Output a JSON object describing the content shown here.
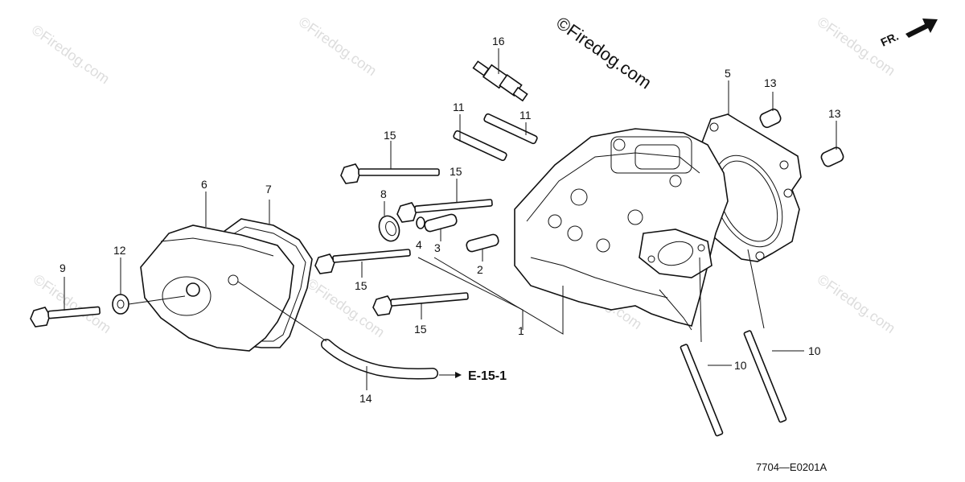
{
  "watermarks": {
    "main": "©Firedog.com",
    "faint": "©Firedog.com"
  },
  "direction": {
    "label": "FR.",
    "icon": "arrow-right-icon"
  },
  "reference": {
    "label": "E-15-1"
  },
  "diagram_code": "7704—E0201A",
  "callouts": {
    "c1": "1",
    "c2": "2",
    "c3": "3",
    "c4": "4",
    "c5": "5",
    "c6": "6",
    "c7": "7",
    "c8": "8",
    "c9": "9",
    "c10a": "10",
    "c10b": "10",
    "c11a": "11",
    "c11b": "11",
    "c12": "12",
    "c13a": "13",
    "c13b": "13",
    "c14": "14",
    "c15a": "15",
    "c15b": "15",
    "c15c": "15",
    "c15d": "15",
    "c16": "16"
  }
}
